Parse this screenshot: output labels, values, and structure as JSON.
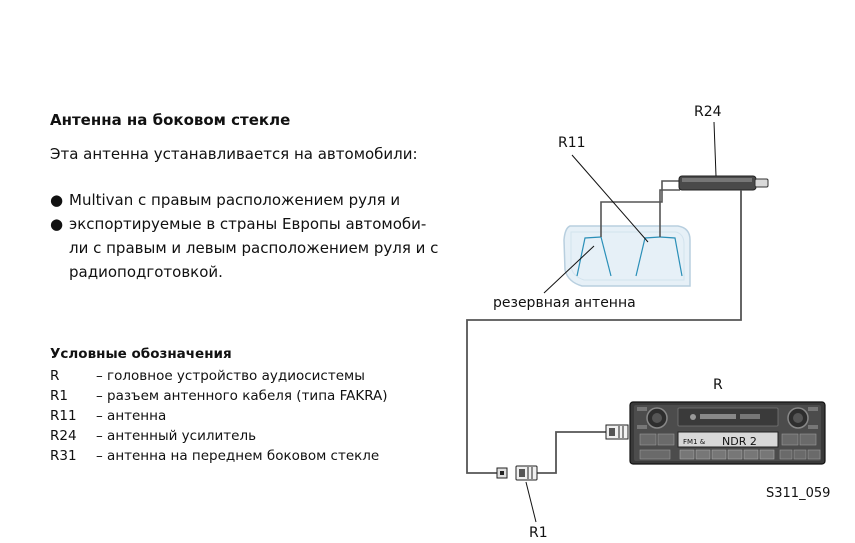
{
  "text": {
    "heading": "Антенна на боковом стекле",
    "intro": "Эта антенна устанавливается на автомобили:",
    "bullet_char": "●",
    "bullets": [
      {
        "line1": "Multivan с правым расположением руля и",
        "line2": "",
        "line3": ""
      },
      {
        "line1": "экспортируемые в страны Европы автомоби-",
        "line2": "ли с правым и левым расположением руля и с",
        "line3": "радиоподготовкой."
      }
    ]
  },
  "legend": {
    "title": "Условные обозначения",
    "items": [
      {
        "code": "R",
        "desc": "– головное устройство аудиосистемы"
      },
      {
        "code": "R1",
        "desc": "– разъем антенного кабеля (типа FAKRA)"
      },
      {
        "code": "R11",
        "desc": "– антенна"
      },
      {
        "code": "R24",
        "desc": "– антенный усилитель"
      },
      {
        "code": "R31",
        "desc": "– антенна на переднем боковом стекле"
      }
    ]
  },
  "diagram": {
    "label_r24": "R24",
    "label_r11": "R11",
    "label_r": "R",
    "label_r1": "R1",
    "reserve_antenna": "резервная антенна",
    "figure_code": "S311_059",
    "radio_display": "NDR 2",
    "radio_display_prefix": "FM1 &",
    "colors": {
      "glass_fill": "#e6f0f7",
      "glass_stroke": "#b8cfdf",
      "antenna_wire": "#2a8fb8",
      "cable": "#555555"
    }
  }
}
